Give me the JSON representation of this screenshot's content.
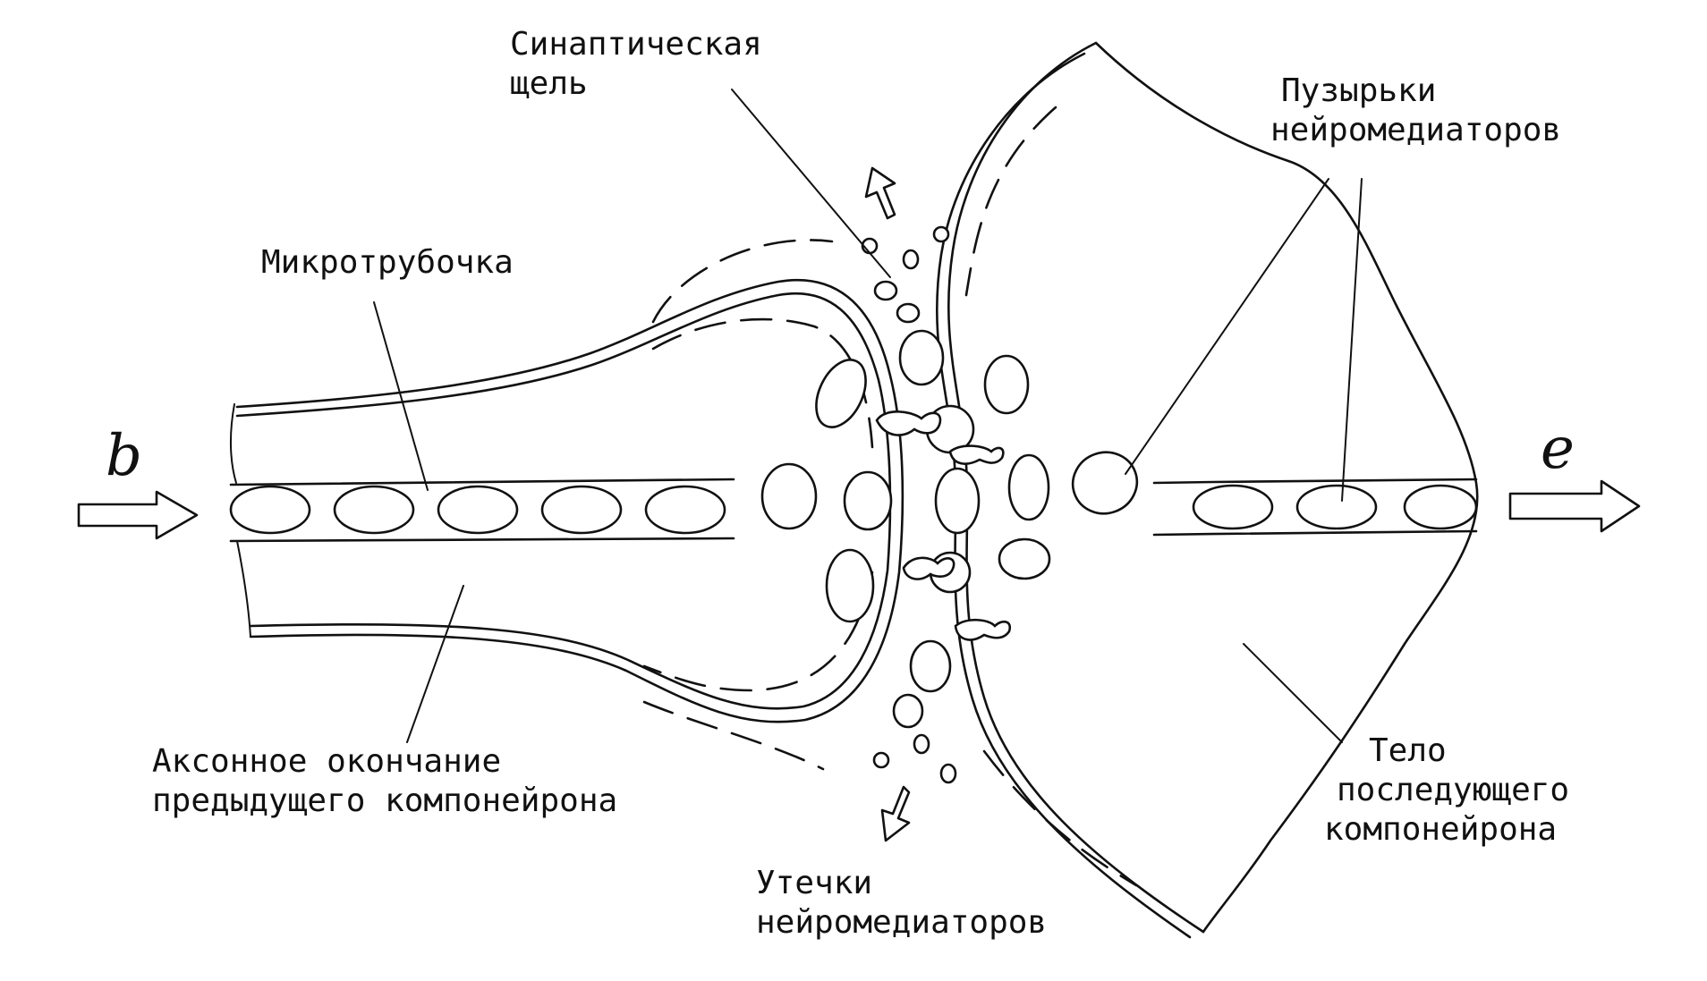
{
  "labels": {
    "synaptic_cleft": [
      "Синаптическая",
      "щель"
    ],
    "microtubule": "Микротрубочка",
    "vesicles": [
      "Пузырьки",
      "нейромедиаторов"
    ],
    "axon_terminal": [
      "Аксонное окончание",
      "предыдущего компонейрона"
    ],
    "leaks": [
      "Утечки",
      "нейромедиаторов"
    ],
    "body": [
      "Тело",
      "последующего",
      "компонейрона"
    ],
    "input": "b",
    "output": "e"
  }
}
